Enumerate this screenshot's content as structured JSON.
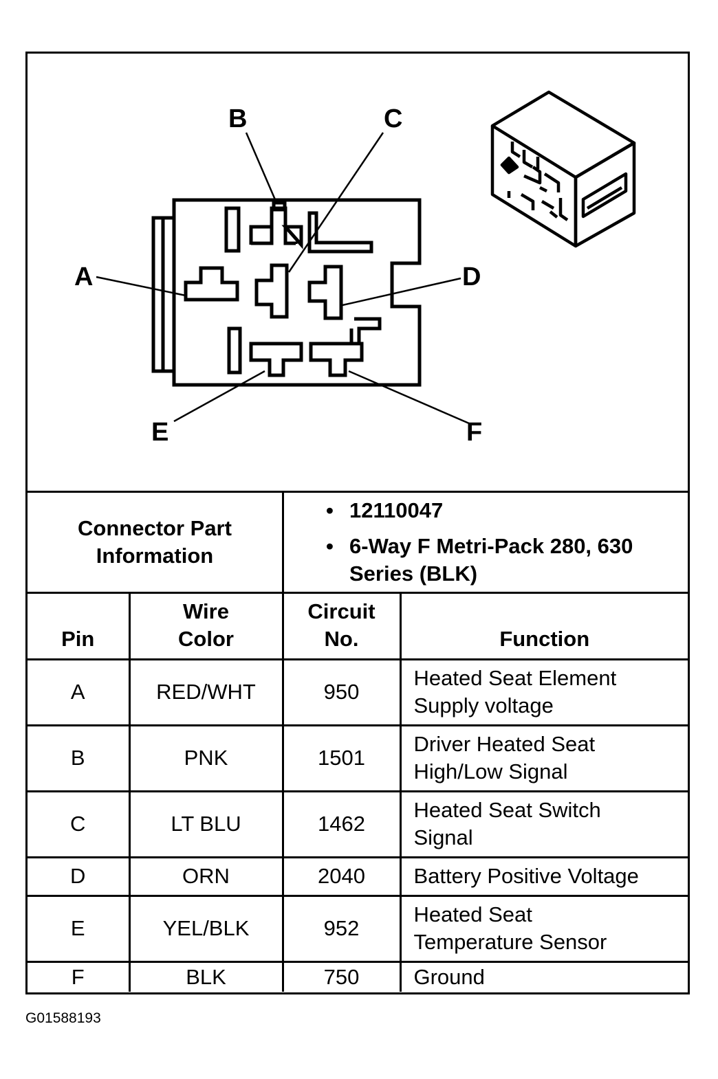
{
  "diagram": {
    "pin_labels": [
      "A",
      "B",
      "C",
      "D",
      "E",
      "F"
    ]
  },
  "connector_info": {
    "label_line1": "Connector Part",
    "label_line2": "Information",
    "items": [
      "12110047",
      "6-Way F Metri-Pack 280, 630 Series (BLK)"
    ]
  },
  "table": {
    "headers": {
      "pin": "Pin",
      "wire_color_line1": "Wire",
      "wire_color_line2": "Color",
      "circuit_line1": "Circuit",
      "circuit_line2": "No.",
      "function": "Function"
    },
    "rows": [
      {
        "pin": "A",
        "wire": "RED/WHT",
        "circuit": "950",
        "func_line1": "Heated Seat Element",
        "func_line2": "Supply voltage"
      },
      {
        "pin": "B",
        "wire": "PNK",
        "circuit": "1501",
        "func_line1": "Driver Heated Seat",
        "func_line2": "High/Low Signal"
      },
      {
        "pin": "C",
        "wire": "LT BLU",
        "circuit": "1462",
        "func_line1": "Heated Seat Switch",
        "func_line2": "Signal"
      },
      {
        "pin": "D",
        "wire": "ORN",
        "circuit": "2040",
        "func_line1": "Battery Positive Voltage",
        "func_line2": ""
      },
      {
        "pin": "E",
        "wire": "YEL/BLK",
        "circuit": "952",
        "func_line1": "Heated Seat",
        "func_line2": "Temperature Sensor"
      },
      {
        "pin": "F",
        "wire": "BLK",
        "circuit": "750",
        "func_line1": "Ground",
        "func_line2": ""
      }
    ]
  },
  "caption": "G01588193"
}
